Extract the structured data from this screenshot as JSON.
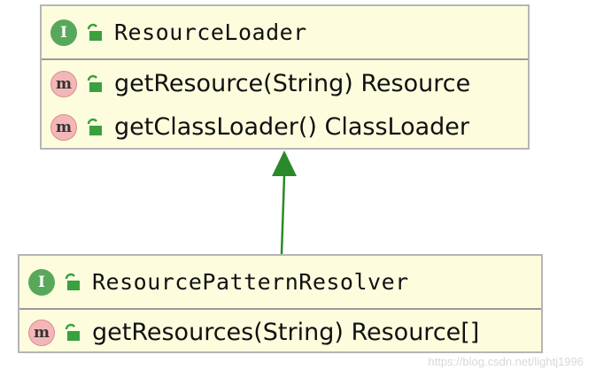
{
  "colors": {
    "box_fill": "#fdfdde",
    "box_border": "#b5b5b5",
    "interface_icon": "#58a85b",
    "method_icon": "#f4b7b7",
    "lock_icon": "#3aa040",
    "arrow": "#2a8a2a"
  },
  "classes": [
    {
      "name": "ResourceLoader",
      "kind_letter": "I",
      "members": [
        {
          "kind_letter": "m",
          "signature": "getResource(String) Resource"
        },
        {
          "kind_letter": "m",
          "signature": "getClassLoader() ClassLoader"
        }
      ]
    },
    {
      "name": "ResourcePatternResolver",
      "kind_letter": "I",
      "members": [
        {
          "kind_letter": "m",
          "signature": "getResources(String) Resource[]"
        }
      ]
    }
  ],
  "relation": {
    "from": "ResourcePatternResolver",
    "to": "ResourceLoader",
    "type": "extends"
  },
  "icons": {
    "kind": "interface-icon",
    "method": "method-icon",
    "visibility": "public-lock-icon"
  },
  "watermark": "https://blog.csdn.net/lightj1996"
}
